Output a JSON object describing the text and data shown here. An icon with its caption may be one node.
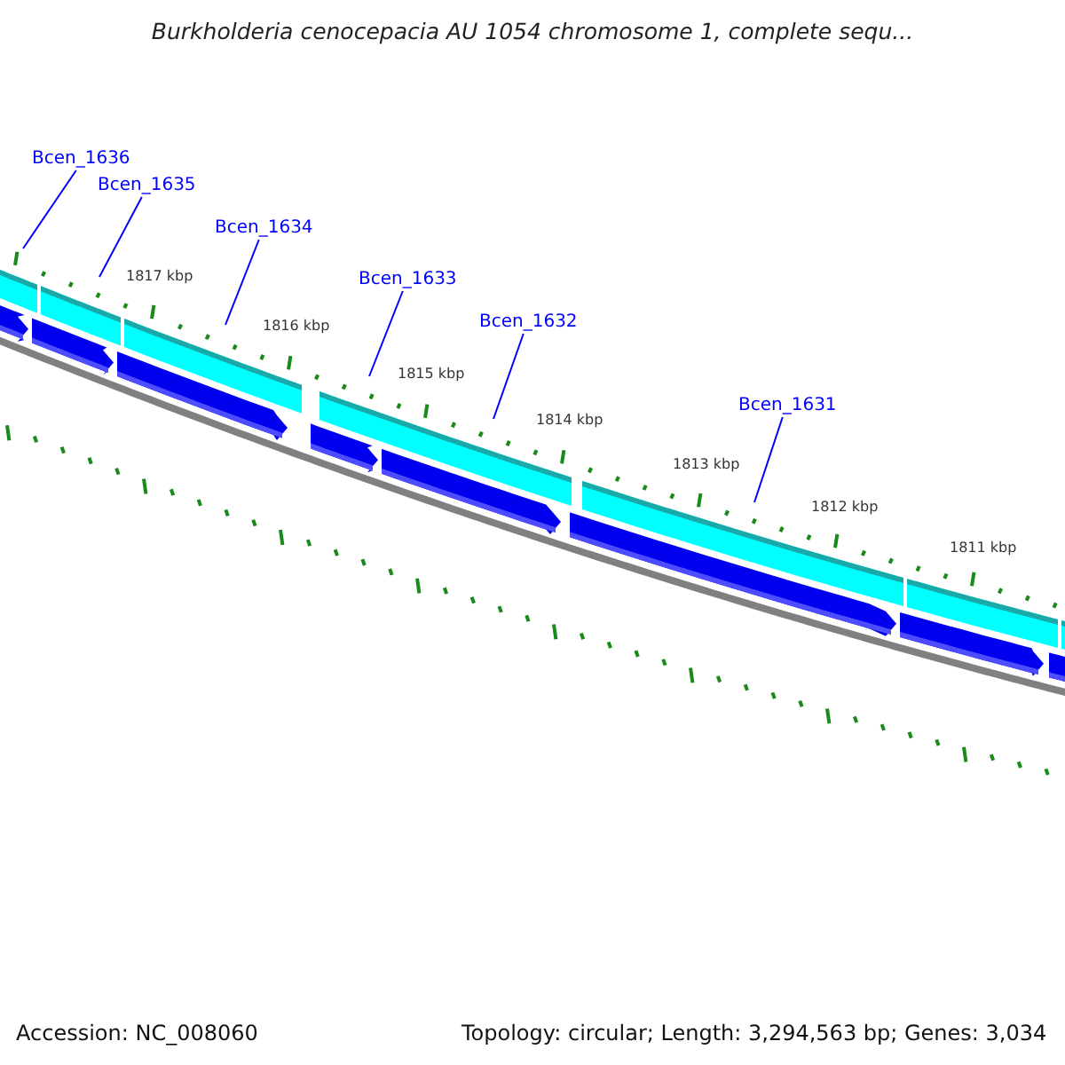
{
  "diagram": {
    "title": "Burkholderia cenocepacia AU 1054 chromosome 1, complete sequ...",
    "nodes": [
      {
        "text": [
          "Bcen_1636"
        ]
      },
      {
        "text": [
          "Bcen_1635"
        ]
      },
      {
        "text": [
          "Bcen_1634"
        ]
      },
      {
        "text": [
          "Bcen_1633"
        ]
      },
      {
        "text": [
          "Bcen_1632"
        ]
      },
      {
        "text": [
          "Bcen_1631"
        ]
      }
    ],
    "edges": [
      {
        "from": 0,
        "to": null,
        "arrow": "none"
      },
      {
        "from": 1,
        "to": null,
        "arrow": "none"
      },
      {
        "from": 2,
        "to": null,
        "arrow": "none"
      },
      {
        "from": 3,
        "to": null,
        "arrow": "none"
      },
      {
        "from": 4,
        "to": null,
        "arrow": "none"
      },
      {
        "from": 5,
        "to": null,
        "arrow": "none"
      }
    ],
    "labels": [
      "1817 kbp",
      "1816 kbp",
      "1815 kbp",
      "1814 kbp",
      "1813 kbp",
      "1812 kbp",
      "1811 kbp",
      "Accession: NC_008060",
      "Topology: circular; Length: 3,294,563 bp; Genes: 3,034"
    ]
  }
}
